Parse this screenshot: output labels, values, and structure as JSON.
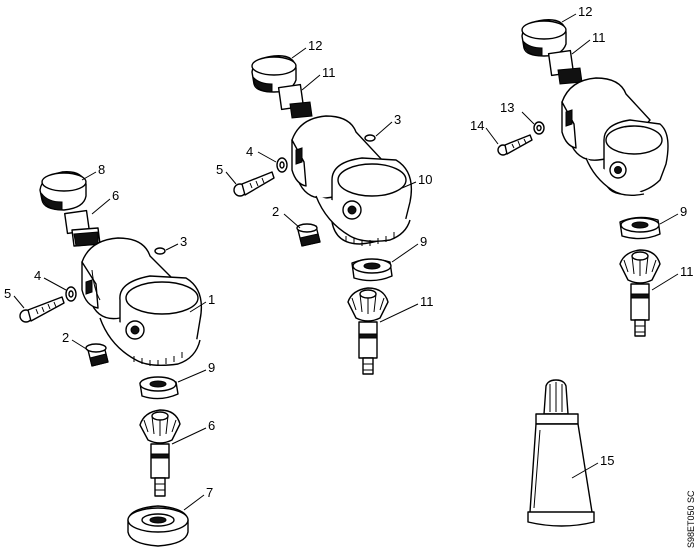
{
  "diagram": {
    "code": "S98ET050 SC",
    "labels": {
      "a_8": "8",
      "a_6": "6",
      "a_3": "3",
      "a_4": "4",
      "a_5": "5",
      "a_1": "1",
      "a_2": "2",
      "a_9": "9",
      "a_6b": "6",
      "a_7": "7",
      "b_12": "12",
      "b_11": "11",
      "b_3": "3",
      "b_4": "4",
      "b_5": "5",
      "b_10": "10",
      "b_2": "2",
      "b_9": "9",
      "b_11b": "11",
      "c_12": "12",
      "c_11": "11",
      "c_13": "13",
      "c_14": "14",
      "c_9": "9",
      "c_11b": "11",
      "d_15": "15"
    }
  }
}
